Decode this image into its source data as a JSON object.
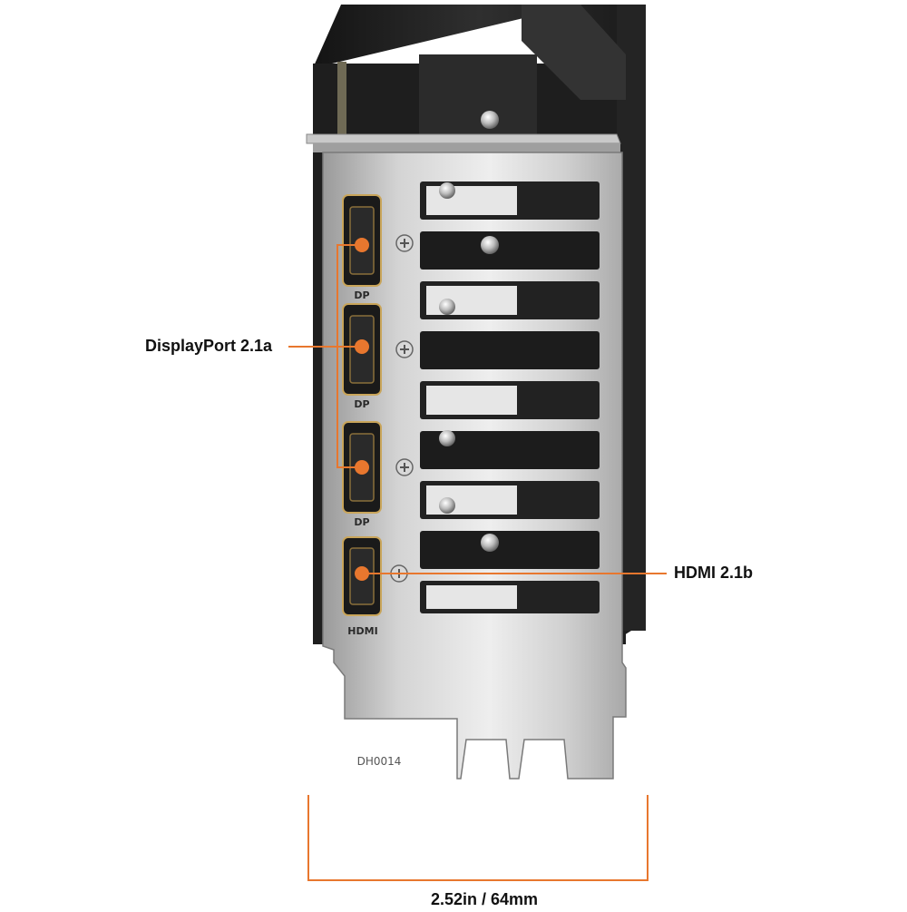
{
  "callouts": {
    "displayport": "DisplayPort 2.1a",
    "hdmi": "HDMI 2.1b"
  },
  "port_labels": {
    "dp": "DP",
    "hdmi": "HDMI"
  },
  "bracket_code": "DH0014",
  "dimension": "2.52in / 64mm",
  "colors": {
    "accent": "#e8772e",
    "bracket_metal": "#c8c8c8",
    "card_body": "#2a2a2a",
    "port_gold": "#c9a55a"
  },
  "icons": [
    "screw-icon",
    "displayport-port-icon",
    "hdmi-port-icon"
  ]
}
